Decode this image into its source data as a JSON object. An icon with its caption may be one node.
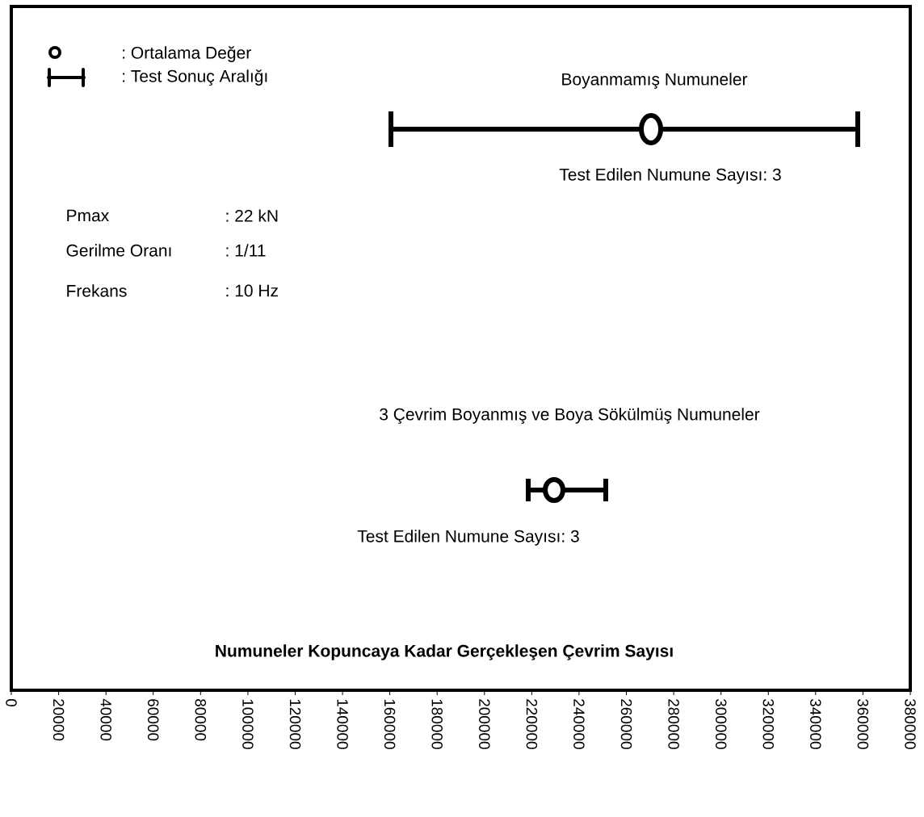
{
  "diagram": {
    "labels": [
      "Boyanmamış Numuneler",
      "Test Edilen Numune Sayısı: 3",
      "Pmax",
      ": 22 kN",
      "Gerilme Oranı",
      ": 1/11",
      "Frekans",
      ": 10 Hz",
      "3 Çevrim Boyanmış ve Boya Sökülmüş Numuneler",
      "Test Edilen Numune Sayısı: 3",
      "Numuneler Kopuncaya Kadar Gerçekleşen Çevrim Sayısı",
      "0",
      "20000",
      "40000",
      "60000",
      "80000",
      "100000",
      "120000",
      "140000",
      "160000",
      "180000",
      "200000",
      "220000",
      "240000",
      "260000",
      "280000",
      "300000",
      "320000",
      "340000",
      "360000",
      "380000"
    ],
    "legend": [
      {
        "text": ": Ortalama Değer"
      },
      {
        "text": ": Test Sonuç Aralığı"
      }
    ]
  }
}
